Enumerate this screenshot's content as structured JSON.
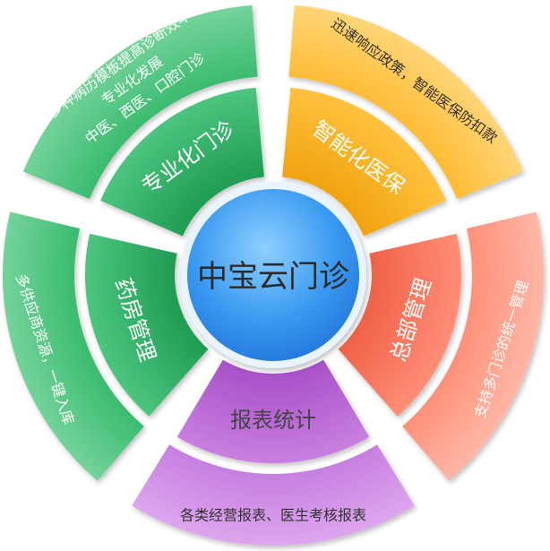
{
  "center": {
    "title": "中宝云门诊"
  },
  "segments": [
    {
      "id": "specialty",
      "inner_label": "专业化门诊",
      "outer_lines": [
        "中医、西医、口腔门诊",
        "专业化发展",
        "多种病历模板提高诊断效率"
      ],
      "colors": {
        "outer_light": "#74d39a",
        "outer_dark": "#33b86a",
        "inner_light": "#4cc57f",
        "inner_dark": "#1d9a51"
      }
    },
    {
      "id": "insurance",
      "inner_label": "智能化医保",
      "outer_lines": [
        "迅速响应政策，智能医保防扣款"
      ],
      "colors": {
        "outer_light": "#ffd577",
        "outer_dark": "#ffb92d",
        "inner_light": "#ffc23f",
        "inner_dark": "#f0a10c"
      }
    },
    {
      "id": "hq",
      "inner_label": "总部管理",
      "outer_lines": [
        "支持多门诊的统一管理"
      ],
      "colors": {
        "outer_light": "#ffb7a6",
        "outer_dark": "#ff8b73",
        "inner_light": "#ff8e77",
        "inner_dark": "#ef5f45"
      }
    },
    {
      "id": "reports",
      "inner_label": "报表统计",
      "outer_lines": [
        "各类经营报表、医生考核报表"
      ],
      "colors": {
        "outer_light": "#dda6ee",
        "outer_dark": "#c47adf",
        "inner_light": "#c97fe0",
        "inner_dark": "#a64fc7"
      }
    },
    {
      "id": "pharmacy",
      "inner_label": "药房管理",
      "outer_lines": [
        "多供应商资源，一键入库"
      ],
      "colors": {
        "outer_light": "#74d39a",
        "outer_dark": "#33b86a",
        "inner_light": "#4cc57f",
        "inner_dark": "#1d9a51"
      }
    }
  ],
  "hub_colors": {
    "light": "#8fd0ff",
    "mid": "#3a9af0",
    "dark": "#1d6fd6",
    "ring": "#e9f4ff"
  }
}
